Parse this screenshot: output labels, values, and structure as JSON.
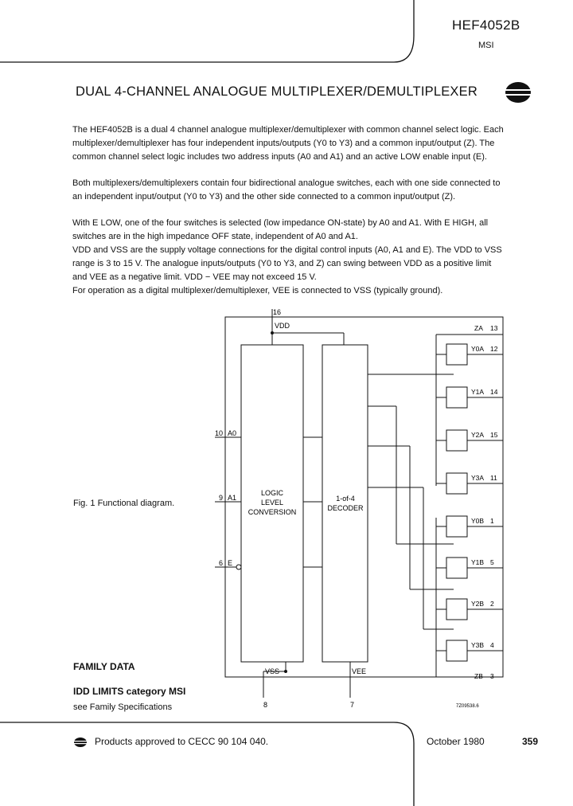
{
  "header": {
    "part_number": "HEF4052B",
    "category": "MSI"
  },
  "title": "DUAL 4-CHANNEL ANALOGUE MULTIPLEXER/DEMULTIPLEXER",
  "paragraphs": [
    "The HEF4052B is a dual 4 channel analogue multiplexer/demultiplexer with common channel select logic. Each multiplexer/demultiplexer has four independent inputs/outputs (Y0 to Y3) and a common input/output (Z). The common channel select logic includes two address inputs (A0 and A1) and an active LOW enable input (E).",
    "Both multiplexers/demultiplexers contain four bidirectional analogue switches, each with one side connected to an independent input/output (Y0 to Y3) and the other side connected to a common input/output (Z).",
    "With E LOW, one of the four switches is selected (low impedance ON-state) by A0 and A1. With E HIGH, all switches are in the high impedance OFF state, independent of A0 and A1.",
    "VDD and VSS are the supply voltage connections for the digital control inputs (A0, A1 and E). The VDD to VSS range is 3 to 15 V. The analogue inputs/outputs (Y0 to Y3, and Z) can swing between VDD as a positive limit and VEE as a negative limit. VDD − VEE may not exceed 15 V.",
    "For operation as a digital multiplexer/demultiplexer, VEE is connected to VSS (typically ground)."
  ],
  "figure": {
    "caption": "Fig. 1 Functional diagram.",
    "logic_block_label": [
      "LOGIC",
      "LEVEL",
      "CONVERSION"
    ],
    "decoder_label": [
      "1-of-4",
      "DECODER"
    ],
    "pins_left": [
      {
        "num": "10",
        "name": "A0"
      },
      {
        "num": "9",
        "name": "A1"
      },
      {
        "num": "6",
        "name": "E"
      }
    ],
    "pins_top": {
      "num": "16",
      "name": "VDD"
    },
    "pins_bottom": [
      {
        "num": "8",
        "name": "VSS"
      },
      {
        "num": "7",
        "name": "VEE"
      }
    ],
    "pins_right": [
      {
        "name": "ZA",
        "num": "13"
      },
      {
        "name": "Y0A",
        "num": "12"
      },
      {
        "name": "Y1A",
        "num": "14"
      },
      {
        "name": "Y2A",
        "num": "15"
      },
      {
        "name": "Y3A",
        "num": "11"
      },
      {
        "name": "Y0B",
        "num": "1"
      },
      {
        "name": "Y1B",
        "num": "5"
      },
      {
        "name": "Y2B",
        "num": "2"
      },
      {
        "name": "Y3B",
        "num": "4"
      },
      {
        "name": "ZB",
        "num": "3"
      }
    ],
    "drawing_code": "7Z09538.6"
  },
  "family": {
    "heading": "FAMILY DATA",
    "idd_heading": "IDD LIMITS category MSI",
    "idd_note": "see Family Specifications"
  },
  "footer": {
    "approval": "Products approved to CECC 90 104 040.",
    "date": "October 1980",
    "page": "359"
  }
}
